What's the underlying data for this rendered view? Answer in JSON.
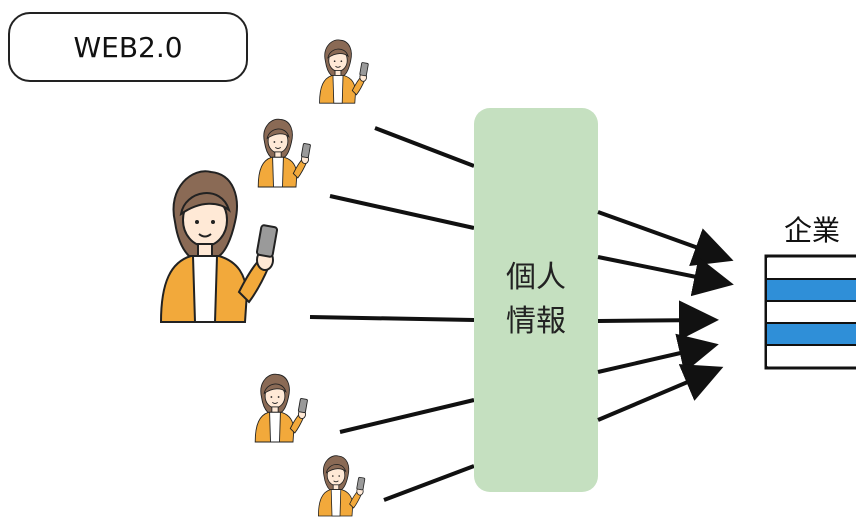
{
  "title": "WEB2.0",
  "center_box": {
    "line1": "個人",
    "line2": "情報",
    "color": "#c5e0c0"
  },
  "company": {
    "label": "企業",
    "stripe_colors": [
      "#ffffff",
      "#2f8fd8",
      "#ffffff",
      "#2f8fd8",
      "#ffffff"
    ]
  },
  "colors": {
    "person_jacket": "#f2a93b",
    "person_hair": "#8a6a55",
    "skin": "#ffe9d6",
    "line": "#111111"
  },
  "icons": [
    "person-icon",
    "phone-icon",
    "arrow-icon",
    "database-icon"
  ]
}
